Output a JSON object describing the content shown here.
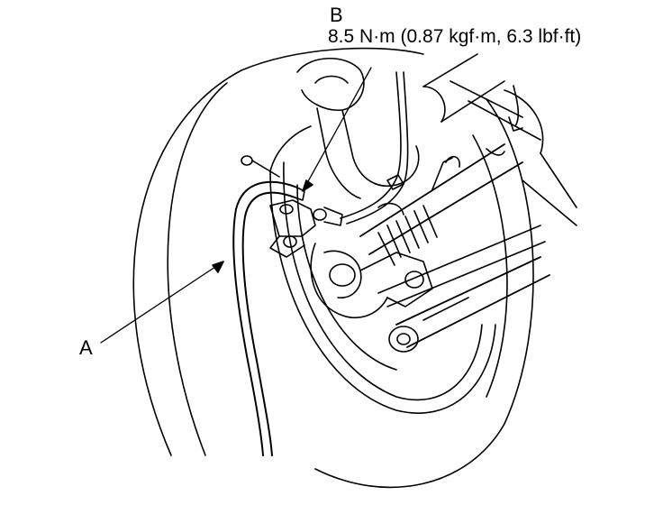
{
  "labels": {
    "a": "A",
    "b": "B",
    "torque_spec": "8.5 N·m (0.87 kgf·m, 6.3 lbf·ft)"
  },
  "colors": {
    "ink": "#000000",
    "paper": "#ffffff"
  }
}
